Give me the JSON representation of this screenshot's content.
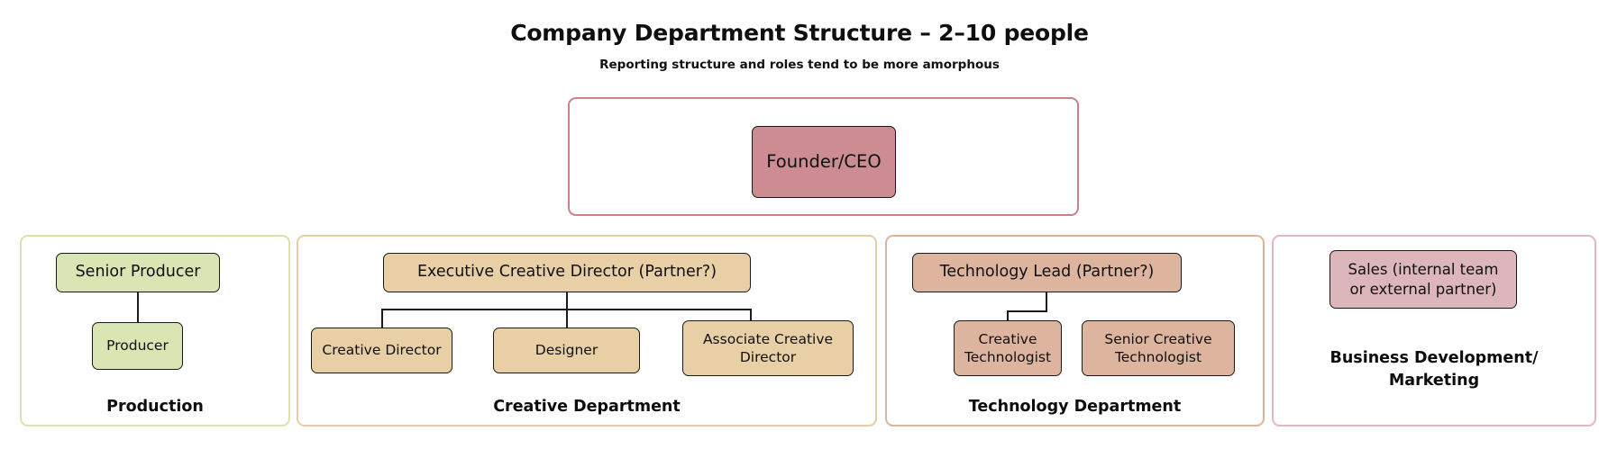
{
  "title": "Company Department Structure – 2–10 people",
  "subtitle": "Reporting structure and roles tend to be more amorphous",
  "colors": {
    "ceo_fill": "#cc8c92",
    "ceo_border": "#cc8089",
    "production_fill": "#d9e5b3",
    "production_border": "#d8e4ac",
    "creative_fill": "#e8cfa6",
    "creative_border": "#e8cda2",
    "technology_fill": "#ddb49d",
    "technology_border": "#dcb49c",
    "bizdev_fill": "#ddb6bb",
    "bizdev_border": "#e0b9bc",
    "node_stroke": "#1a1a1a",
    "connector": "#1c1c1c",
    "text": "#101010",
    "background": "#ffffff"
  },
  "executive": {
    "group_name": "executive-container",
    "node": {
      "label": "Founder/CEO"
    }
  },
  "departments": [
    {
      "id": "production",
      "caption": "Production",
      "head": {
        "label": "Senior Producer"
      },
      "reports": [
        {
          "label": "Producer"
        }
      ]
    },
    {
      "id": "creative",
      "caption": "Creative Department",
      "head": {
        "label": "Executive Creative Director (Partner?)"
      },
      "reports": [
        {
          "label": "Creative Director"
        },
        {
          "label": "Designer"
        },
        {
          "label": "Associate Creative Director"
        }
      ]
    },
    {
      "id": "technology",
      "caption": "Technology Department",
      "head": {
        "label": "Technology Lead (Partner?)"
      },
      "reports": [
        {
          "label": "Creative Technologist"
        },
        {
          "label": "Senior Creative Technologist"
        }
      ]
    },
    {
      "id": "bizdev",
      "caption_line1": "Business Development/",
      "caption_line2": "Marketing",
      "head": {
        "label_line1": "Sales (internal team",
        "label_line2": "or external partner)"
      },
      "reports": []
    }
  ]
}
